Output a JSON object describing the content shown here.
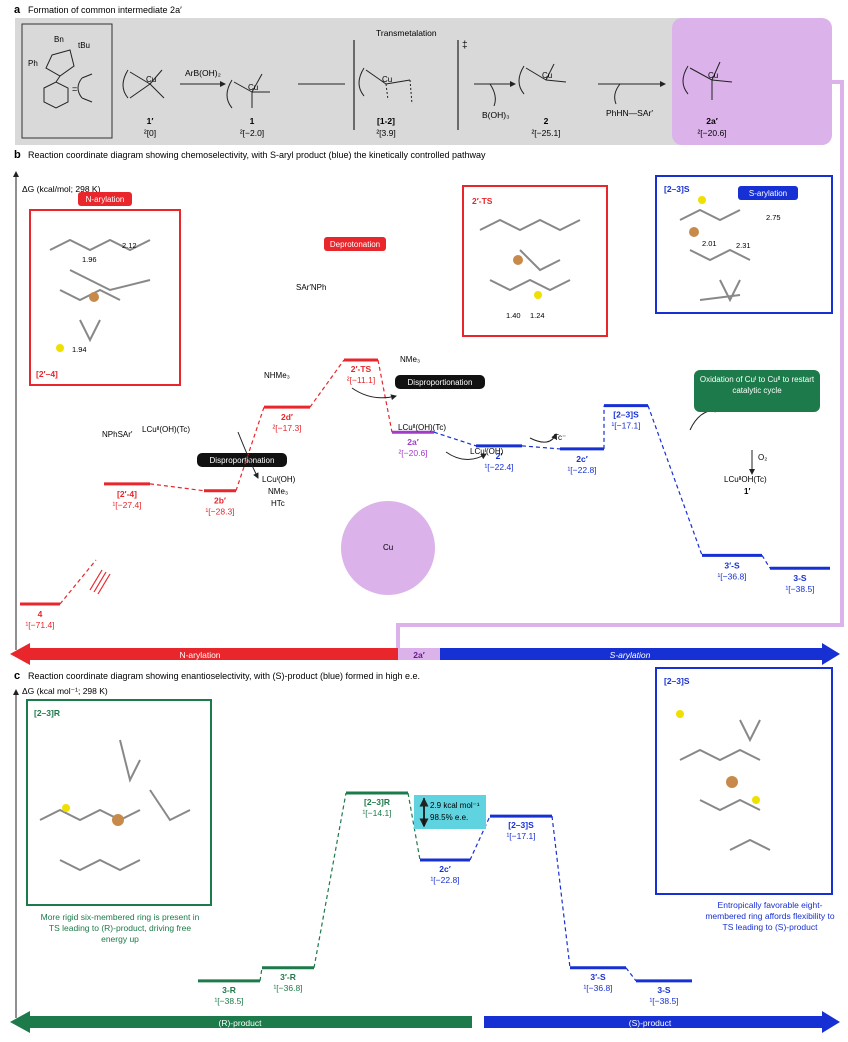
{
  "colors": {
    "red": "#e8262b",
    "blue": "#1730d4",
    "green": "#1d7a4a",
    "purple": "#a23cc7",
    "lilac": "#dcb2ea",
    "panel_a_bg": "#d9d9d9",
    "cyan": "#5fd3e0",
    "teal_box": "#1d7a4a"
  },
  "panel_a": {
    "label": "a",
    "caption": "Formation of common intermediate 2a′",
    "ligand": {
      "sub1": "Bn",
      "sub2": "tBu",
      "sub3": "Ph",
      "eq": "="
    },
    "transmetalation": "Transmetalation",
    "reagents": {
      "arb": "ArB(OH)₂",
      "boh3": "B(OH)₃",
      "amine": "PhHN—SAr′"
    },
    "species": [
      {
        "name": "1′",
        "value": "²[0]"
      },
      {
        "name": "1",
        "value": "²[−2.0]"
      },
      {
        "name": "[1-2]",
        "value": "²[3.9]"
      },
      {
        "name": "2",
        "value": "²[−25.1]"
      },
      {
        "name": "2a′",
        "value": "²[−20.6]"
      }
    ],
    "ts_mark": "‡"
  },
  "panel_b": {
    "label": "b",
    "caption": "Reaction coordinate diagram showing chemoselectivity, with S-aryl product (blue) the kinetically controlled pathway",
    "axis_label": "ΔG (kcal/mol; 298 K)",
    "levels": [
      {
        "name": "4",
        "value": "¹[−71.4]"
      },
      {
        "name": "[2′-4]",
        "value": "¹[−27.4]"
      },
      {
        "name": "2b′",
        "value": "¹[−28.3]"
      },
      {
        "name": "2d′",
        "value": "²[−17.3]"
      },
      {
        "name": "2′-TS",
        "value": "²[−11.1]"
      },
      {
        "name": "2a′",
        "value": "²[−20.6]"
      },
      {
        "name": "2′",
        "value": "¹[−22.4]"
      },
      {
        "name": "2c′",
        "value": "¹[−22.8]"
      },
      {
        "name": "[2–3]S",
        "value": "¹[−17.1]"
      },
      {
        "name": "3′-S",
        "value": "¹[−36.8]"
      },
      {
        "name": "3-S",
        "value": "¹[−38.5]"
      }
    ],
    "badges": {
      "n_arylation": "N-arylation",
      "deprotonation": "Deprotonation",
      "disproportionation": "Disproportionation",
      "s_arylation": "S-arylation"
    },
    "inset_labels": {
      "n_inset": "[2′–4]",
      "ts_inset": "2′-TS",
      "s_inset": "[2–3]S"
    },
    "distances": {
      "d1": "1.96",
      "d2": "2.12",
      "d3": "1.94",
      "d4": "1.40",
      "d5": "1.24",
      "d6": "2.75",
      "d7": "2.01",
      "d8": "2.31"
    },
    "reagents": {
      "lcu2": "LCuᴵᴵ(OH)(Tc)",
      "lcu2b": "LCuᴵᴵ(OH)(Tc)",
      "lcu1a": "LCuᴵ(OH)",
      "nme3": "NMe₃",
      "htc": "HTc",
      "lcu1b": "LCuᴵ(OH)",
      "nme3b": "NMe₃",
      "tc": "Tc⁻",
      "o2": "O₂",
      "lcu2c": "LCuᴵᴵOH(Tc)",
      "one_prime": "1′",
      "nhme3": "NHMe₃",
      "sar_nhph": "SAr′NPh",
      "nphsar": "NPhSAr′"
    },
    "oxidation_note": "Oxidation of Cuᴵ to Cuᴵᴵ to restart catalytic cycle",
    "bar": {
      "left": "N-arylation",
      "center": "2a′",
      "right": "S-arylation"
    }
  },
  "panel_c": {
    "label": "c",
    "caption": "Reaction coordinate diagram showing enantioselectivity, with (S)-product (blue) formed in high e.e.",
    "axis_label": "ΔG (kcal mol⁻¹; 298 K)",
    "levels": [
      {
        "name": "3-R",
        "value": "¹[−38.5]"
      },
      {
        "name": "3′-R",
        "value": "¹[−36.8]"
      },
      {
        "name": "[2–3]R",
        "value": "¹[−14.1]"
      },
      {
        "name": "2c′",
        "value": "¹[−22.8]"
      },
      {
        "name": "[2–3]S",
        "value": "¹[−17.1]"
      },
      {
        "name": "3′-S",
        "value": "¹[−36.8]"
      },
      {
        "name": "3-S",
        "value": "¹[−38.5]"
      }
    ],
    "energy_gap": {
      "line1": "2.9 kcal mol⁻¹",
      "line2": "98.5% e.e."
    },
    "inset_labels": {
      "r_inset": "[2–3]R",
      "s_inset": "[2–3]S"
    },
    "r_note": "More rigid six-membered ring is present in TS leading to (R)-product, driving free energy up",
    "s_note": "Entropically favorable eight-membered ring affords flexibility to TS leading to (S)-product",
    "bar": {
      "left": "(R)-product",
      "right": "(S)-product"
    }
  }
}
